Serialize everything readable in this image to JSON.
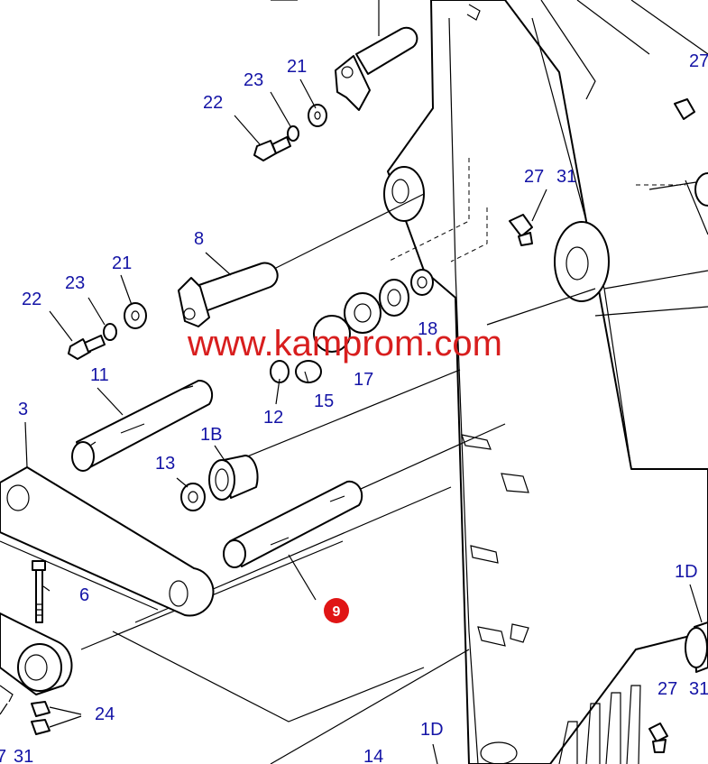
{
  "watermark": "www.kamprom.com",
  "highlight_label": "9",
  "colors": {
    "label": "#1414a6",
    "watermark": "#d81e1e",
    "badge": "#e01515",
    "line": "#000000"
  },
  "labels": [
    "27",
    "21",
    "23",
    "22",
    "27",
    "31",
    "8",
    "21",
    "23",
    "22",
    "18",
    "11",
    "17",
    "15",
    "12",
    "3",
    "1B",
    "13",
    "6",
    "1D",
    "27",
    "31",
    "24",
    "1D",
    "14",
    "7",
    "31"
  ]
}
